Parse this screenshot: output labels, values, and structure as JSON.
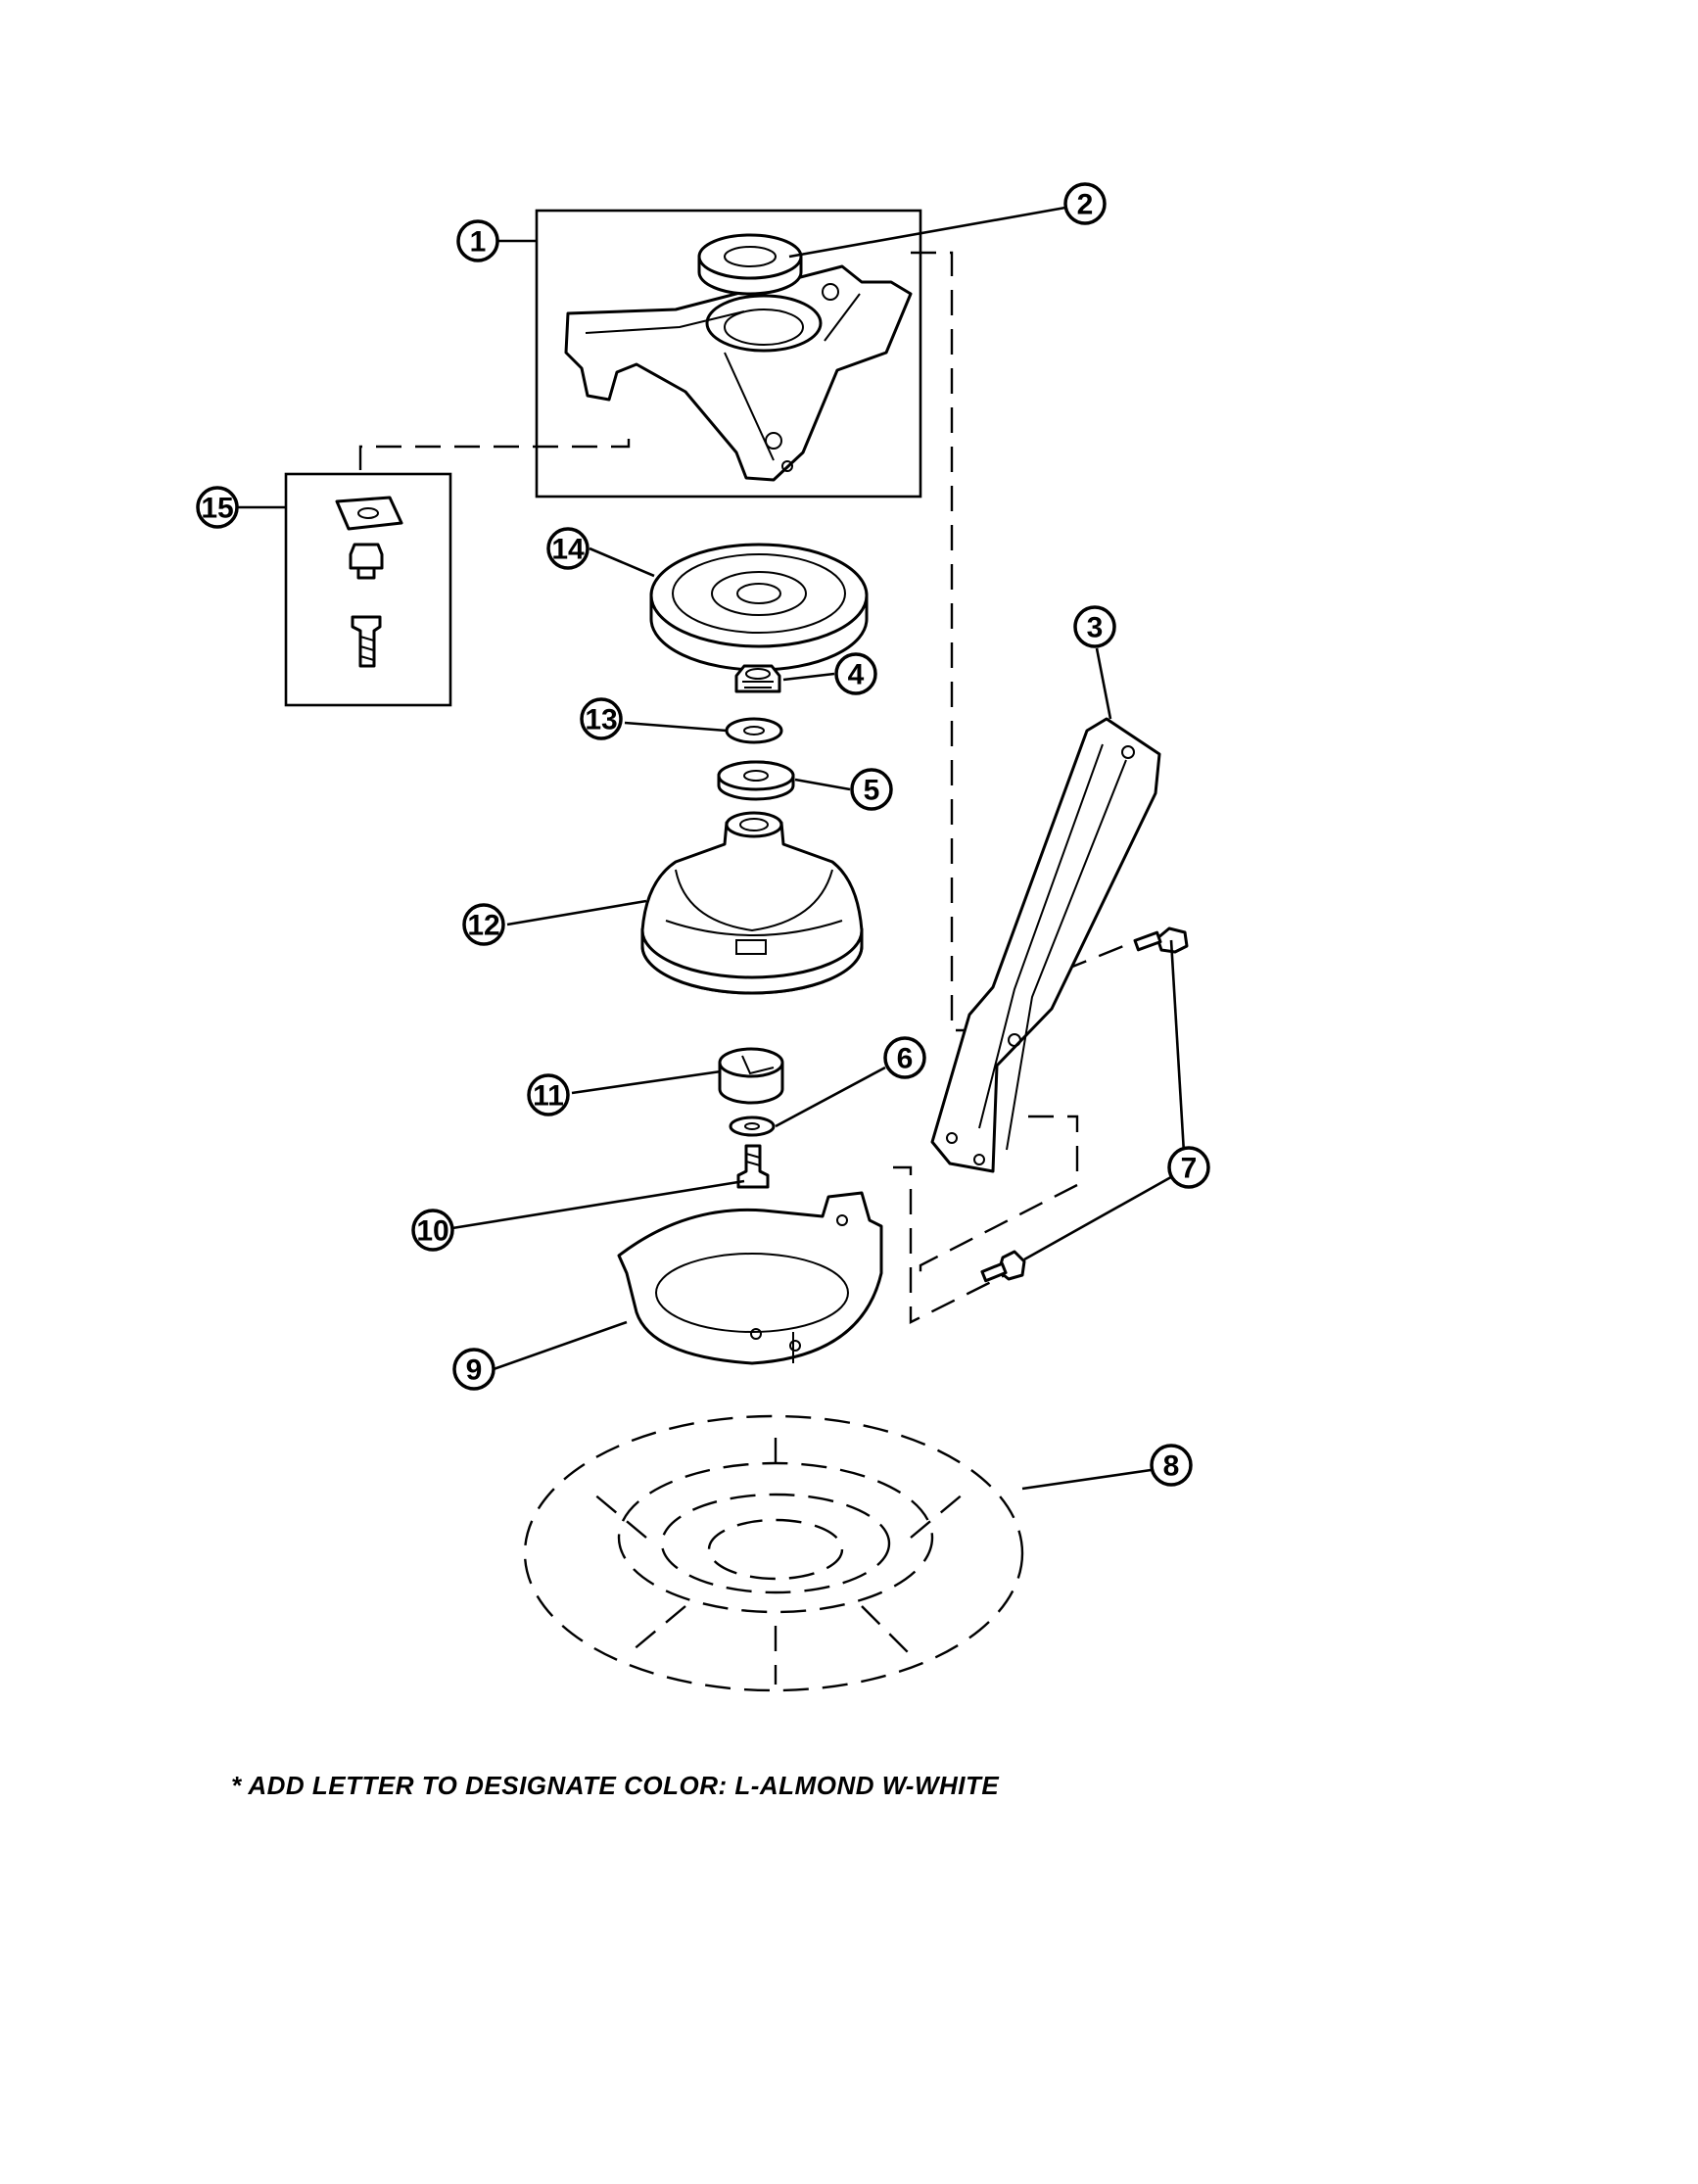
{
  "callouts": [
    {
      "id": "1",
      "label": "1"
    },
    {
      "id": "2",
      "label": "2"
    },
    {
      "id": "3",
      "label": "3"
    },
    {
      "id": "4",
      "label": "4"
    },
    {
      "id": "5",
      "label": "5"
    },
    {
      "id": "6",
      "label": "6"
    },
    {
      "id": "7",
      "label": "7"
    },
    {
      "id": "8",
      "label": "8"
    },
    {
      "id": "9",
      "label": "9"
    },
    {
      "id": "10",
      "label": "10"
    },
    {
      "id": "11",
      "label": "11"
    },
    {
      "id": "12",
      "label": "12"
    },
    {
      "id": "13",
      "label": "13"
    },
    {
      "id": "14",
      "label": "14"
    },
    {
      "id": "15",
      "label": "15"
    }
  ],
  "footnote": "* ADD LETTER TO DESIGNATE COLOR: L-ALMOND  W-WHITE"
}
